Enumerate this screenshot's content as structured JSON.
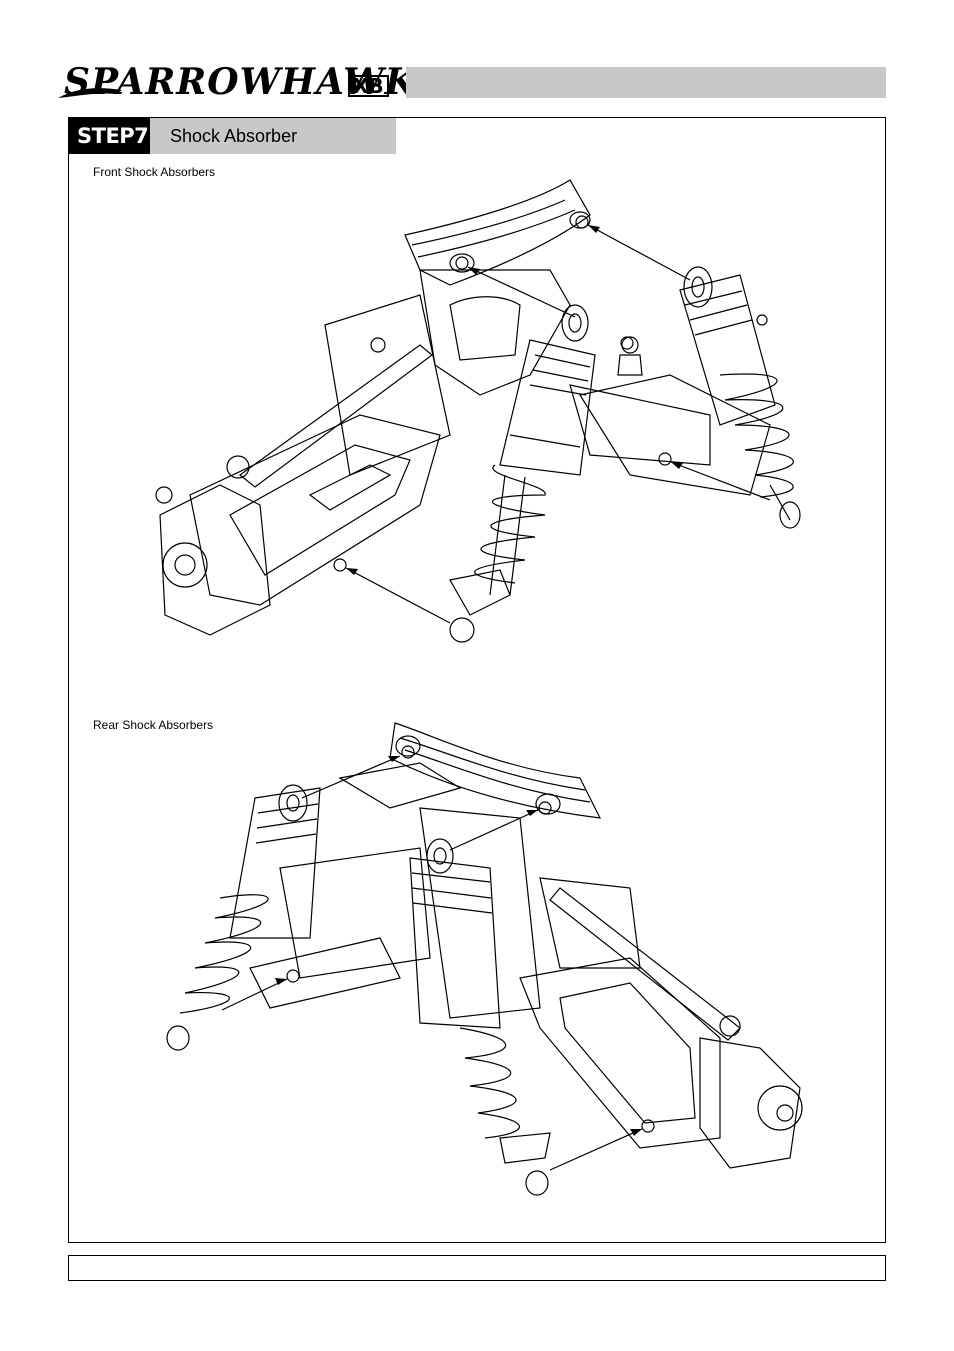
{
  "header": {
    "brand": "SPARROWHAWK",
    "brand_suffix": "XB"
  },
  "step": {
    "number_label": "STEP7",
    "title": "Shock Absorber"
  },
  "sections": {
    "front_caption": "Front Shock Absorbers",
    "rear_caption": "Rear Shock Absorbers"
  }
}
